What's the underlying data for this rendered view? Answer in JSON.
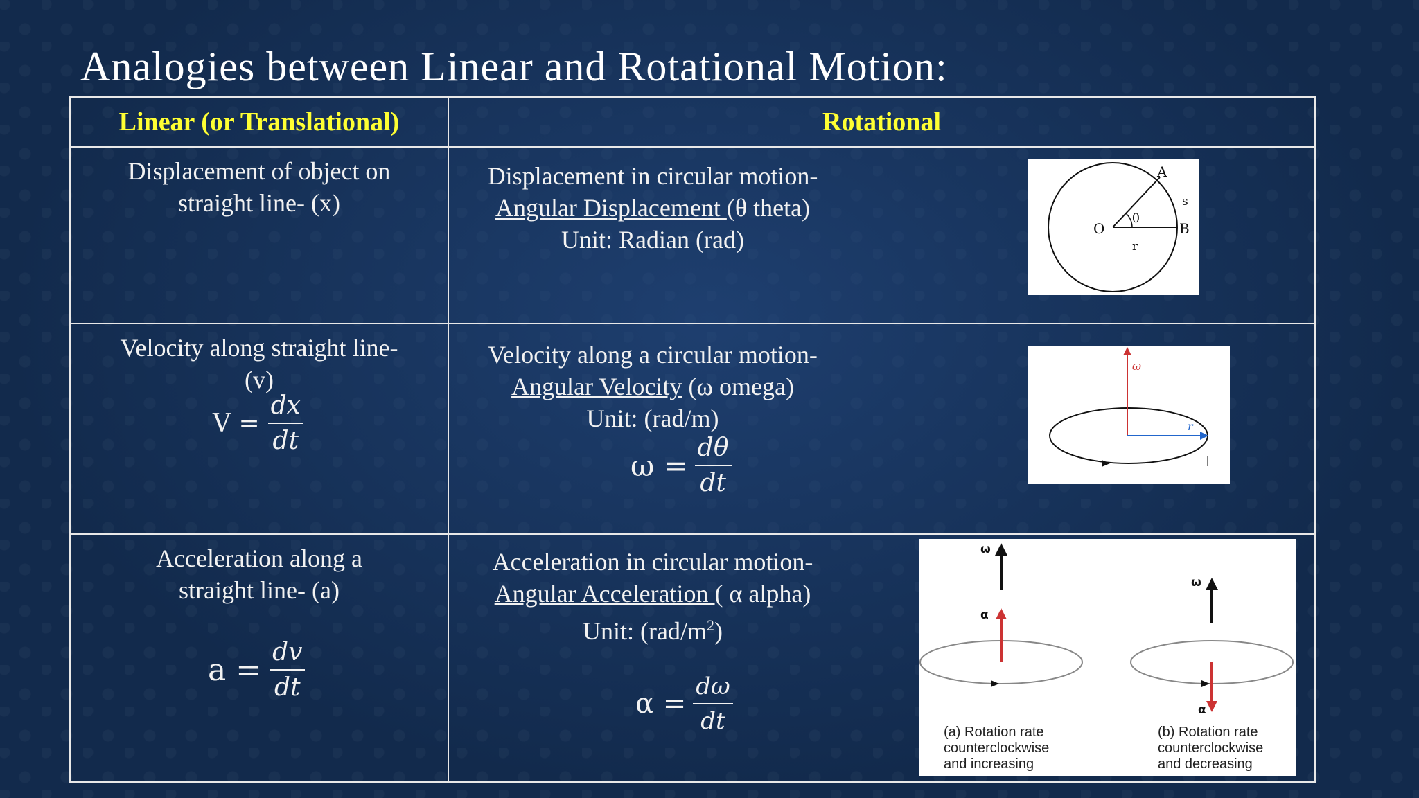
{
  "title": "Analogies between Linear and Rotational Motion:",
  "headers": {
    "linear": "Linear (or Translational)",
    "rotational": "Rotational"
  },
  "rows": [
    {
      "linear": {
        "line1": "Displacement of object on",
        "line2": "straight line- (x)"
      },
      "rotational": {
        "line1": "Displacement in circular motion-",
        "term": "Angular Displacement ",
        "symbol": "(θ theta)",
        "unit": "Unit: Radian (rad)"
      },
      "figure": {
        "label_a": "A",
        "label_b": "B",
        "label_o": "O",
        "label_s": "s",
        "label_r": "r",
        "label_theta": "θ"
      }
    },
    {
      "linear": {
        "line1": "Velocity along straight line-",
        "line2": "(v)",
        "eq_lhs": "V =",
        "num": "dx",
        "den": "dt"
      },
      "rotational": {
        "line1": "Velocity along a circular motion-",
        "term": "Angular Velocity",
        "symbol": " (ω omega)",
        "unit": "Unit: (rad/m)",
        "eq_lhs": "ω =",
        "num": "dθ",
        "den": "dt"
      },
      "figure": {
        "label_omega": "ω",
        "label_r": "r"
      }
    },
    {
      "linear": {
        "line1": "Acceleration along a",
        "line2": "straight line- (a)",
        "eq_lhs": "a =",
        "num": "dv",
        "den": "dt"
      },
      "rotational": {
        "line1": "Acceleration in circular motion-",
        "term": "Angular Acceleration ",
        "symbol": "( α alpha)",
        "unit_base": "Unit: (rad/m",
        "unit_sup": "2",
        "unit_end": ")",
        "eq_lhs": "α =",
        "num": "dω",
        "den": "dt"
      },
      "figure": {
        "label_omega": "ω",
        "label_alpha": "α",
        "cap_a": [
          "(a) Rotation rate",
          "counterclockwise",
          "and increasing"
        ],
        "cap_b": [
          "(b) Rotation rate",
          "counterclockwise",
          "and decreasing"
        ]
      }
    }
  ],
  "colors": {
    "header": "#ffff33",
    "text": "#f2f2f2",
    "arrow_red": "#cc3333",
    "arrow_blue": "#2266cc"
  }
}
